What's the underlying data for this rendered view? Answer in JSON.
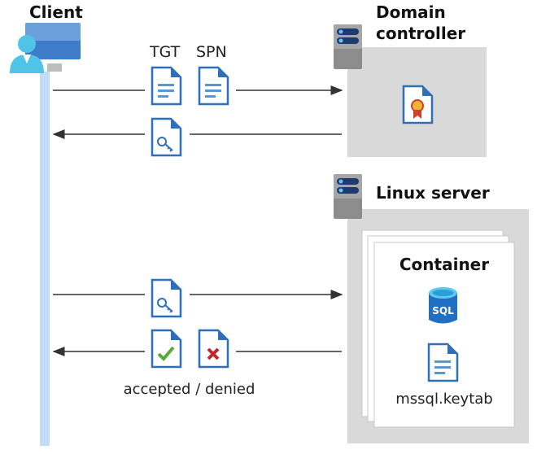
{
  "client": {
    "title": "Client"
  },
  "domain_controller": {
    "title_line1": "Domain",
    "title_line2": "controller"
  },
  "linux_server": {
    "title": "Linux server"
  },
  "container": {
    "title": "Container",
    "sql_label": "SQL",
    "keytab_label": "mssql.keytab"
  },
  "messages": {
    "tgt": "TGT",
    "spn": "SPN",
    "result": "accepted / denied"
  },
  "colors": {
    "doc_blue": "#2f6fba",
    "lifeline": "#c2dcf7",
    "box_gray": "#d9d9d9",
    "check": "#5aa83a",
    "cross": "#c0282d"
  }
}
